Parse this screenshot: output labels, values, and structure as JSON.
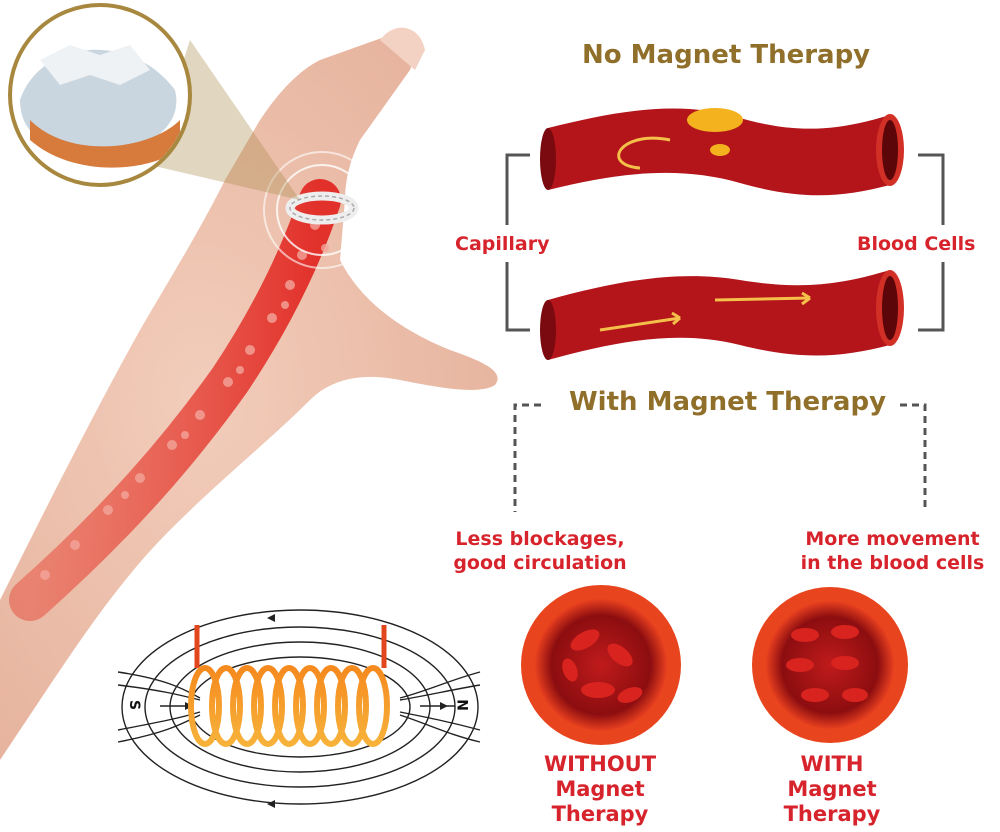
{
  "titles": {
    "no_magnet": "No Magnet Therapy",
    "with_magnet": "With Magnet Therapy"
  },
  "labels": {
    "capillary": "Capillary",
    "blood_cells": "Blood Cells",
    "less_blockages_line1": "Less blockages,",
    "less_blockages_line2": "good circulation",
    "more_movement_line1": "More movement",
    "more_movement_line2": "in the blood cells"
  },
  "circles": {
    "without": {
      "line1": "WITHOUT",
      "line2": "Magnet",
      "line3": "Therapy"
    },
    "with": {
      "line1": "WITH",
      "line2": "Magnet",
      "line3": "Therapy"
    }
  },
  "coil": {
    "south": "S",
    "north": "N"
  },
  "colors": {
    "gold": "#8f6f2a",
    "red": "#d7232b",
    "vessel": "#b3151b",
    "skin": "#efc8b6"
  }
}
